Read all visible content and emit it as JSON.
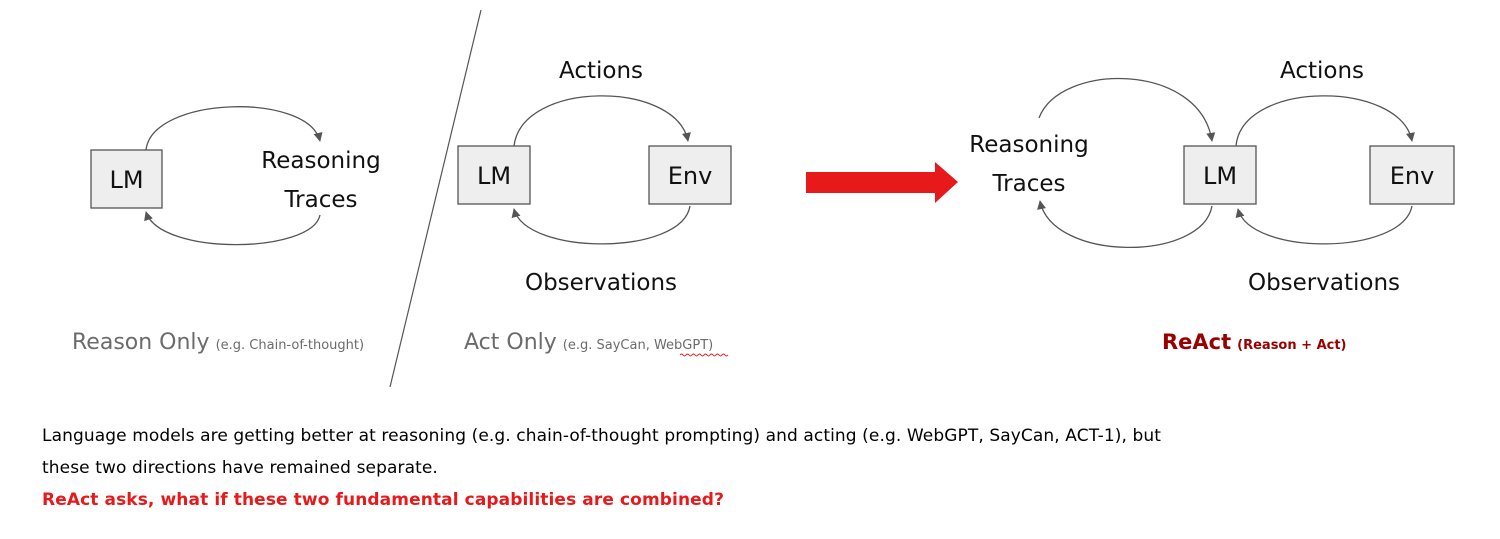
{
  "reason_only": {
    "lm": "LM",
    "traces_line1": "Reasoning",
    "traces_line2": "Traces",
    "caption": "Reason Only",
    "caption_note": "(e.g. Chain-of-thought)"
  },
  "act_only": {
    "lm": "LM",
    "env": "Env",
    "actions": "Actions",
    "observations": "Observations",
    "caption": "Act Only",
    "caption_note_prefix": "(e.g. SayCan, ",
    "caption_note_webgpt": "WebGPT",
    "caption_note_suffix": ")"
  },
  "react": {
    "traces_line1": "Reasoning",
    "traces_line2": "Traces",
    "lm": "LM",
    "env": "Env",
    "actions": "Actions",
    "observations": "Observations",
    "caption": "ReAct",
    "caption_note": "(Reason + Act)"
  },
  "colors": {
    "arrow": "#e8191b",
    "react_caption": "#990000",
    "question": "#e8191b",
    "box_fill": "#eeeeee",
    "muted_text": "#6b6b6b"
  },
  "description": {
    "paragraph_line1": "Language models are getting better at reasoning (e.g. chain-of-thought prompting) and acting (e.g. WebGPT, SayCan, ACT-1), but",
    "paragraph_line2": "these two directions have remained separate.",
    "question": "ReAct asks, what if these two fundamental capabilities are combined?"
  }
}
